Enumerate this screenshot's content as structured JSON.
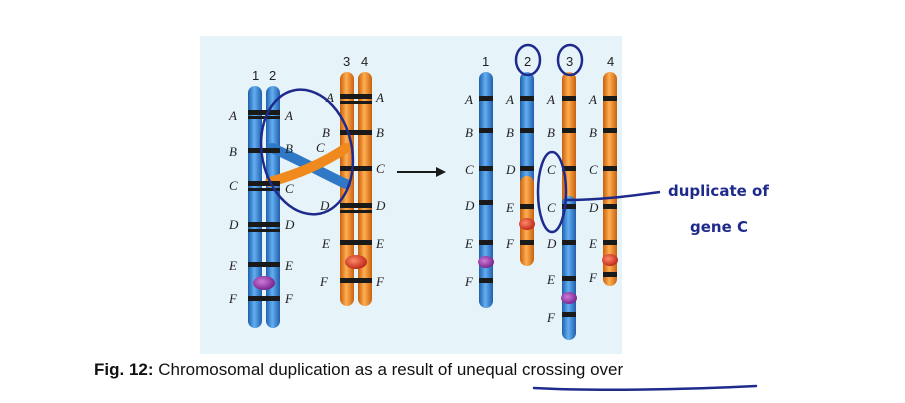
{
  "diagram": {
    "genes": [
      "A",
      "B",
      "C",
      "D",
      "E",
      "F"
    ],
    "before": {
      "numbers": [
        "1",
        "2",
        "3",
        "4"
      ]
    },
    "after": {
      "numbers": [
        "1",
        "2",
        "3",
        "4"
      ],
      "chromosome_2_genes": [
        "A",
        "B",
        "D",
        "E",
        "F"
      ],
      "chromosome_3_genes": [
        "A",
        "B",
        "C",
        "C",
        "D",
        "E",
        "F"
      ]
    },
    "annotation": {
      "line1": "duplicate of",
      "line2": "gene C"
    },
    "colors": {
      "blue": "#3a86d6",
      "orange": "#f08a1e",
      "band": "#1a1a1a",
      "centromere": "#9b3bb0",
      "background": "#e6f3f9",
      "ink": "#1e2a8c"
    }
  },
  "caption": {
    "label": "Fig. 12:",
    "text_before": " Chromosomal duplication as a result of ",
    "text_underlined": "unequal crossing over"
  }
}
